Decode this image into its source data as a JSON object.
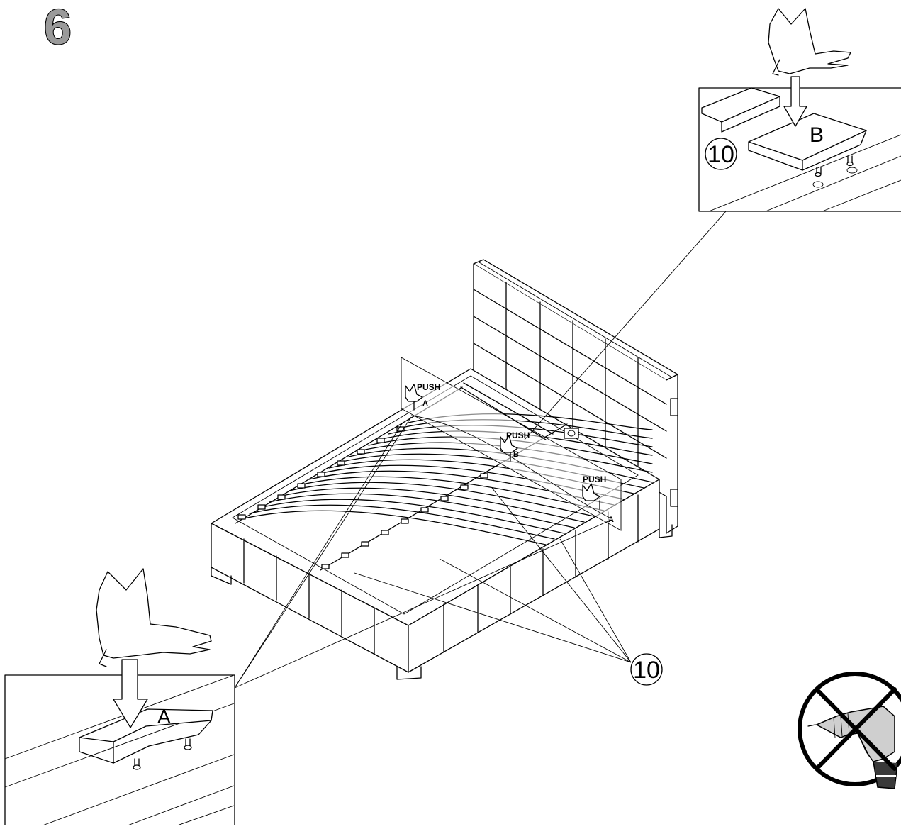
{
  "step": {
    "number": "6"
  },
  "labels": {
    "detail_a": "A",
    "detail_b": "B",
    "push_1": "PUSH",
    "push_2": "PUSH",
    "push_3": "PUSH",
    "bed_a_left": "A",
    "bed_b": "B",
    "bed_a_right": "A"
  },
  "part_callouts": {
    "part_number_top": "10",
    "part_number_main": "10"
  },
  "icons": {
    "no_power_tools": "no-power-drill-icon",
    "hand": "pressing-hand-icon"
  }
}
